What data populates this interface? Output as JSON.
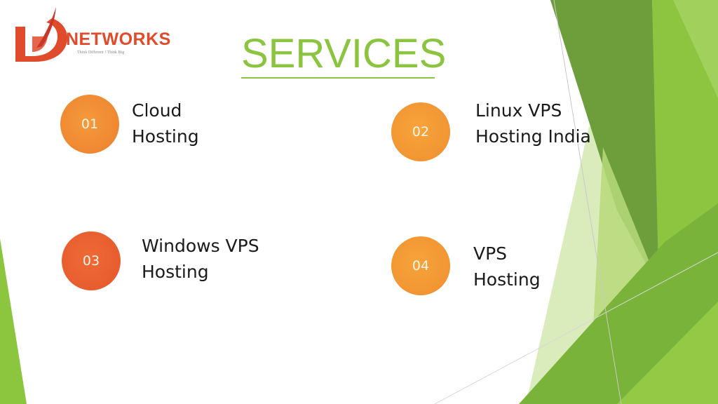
{
  "logo": {
    "wordmark": "NETWORKS",
    "tagline": "Think Different ! Think Big"
  },
  "title": "SERVICES",
  "services": [
    {
      "number": "01",
      "line1": "Cloud",
      "line2": "Hosting"
    },
    {
      "number": "02",
      "line1": "Linux VPS",
      "line2": "Hosting India"
    },
    {
      "number": "03",
      "line1": "Windows VPS",
      "line2": "Hosting"
    },
    {
      "number": "04",
      "line1": "VPS",
      "line2": "Hosting"
    }
  ],
  "colors": {
    "title_green": "#8bc53f",
    "badge_orange": "#f0902f",
    "badge_red_orange": "#e85d2e",
    "logo_red": "#e04b2c",
    "accent_greens": [
      "#6a9a3a",
      "#8cc63f",
      "#a7d160",
      "#cfe6a8"
    ]
  }
}
